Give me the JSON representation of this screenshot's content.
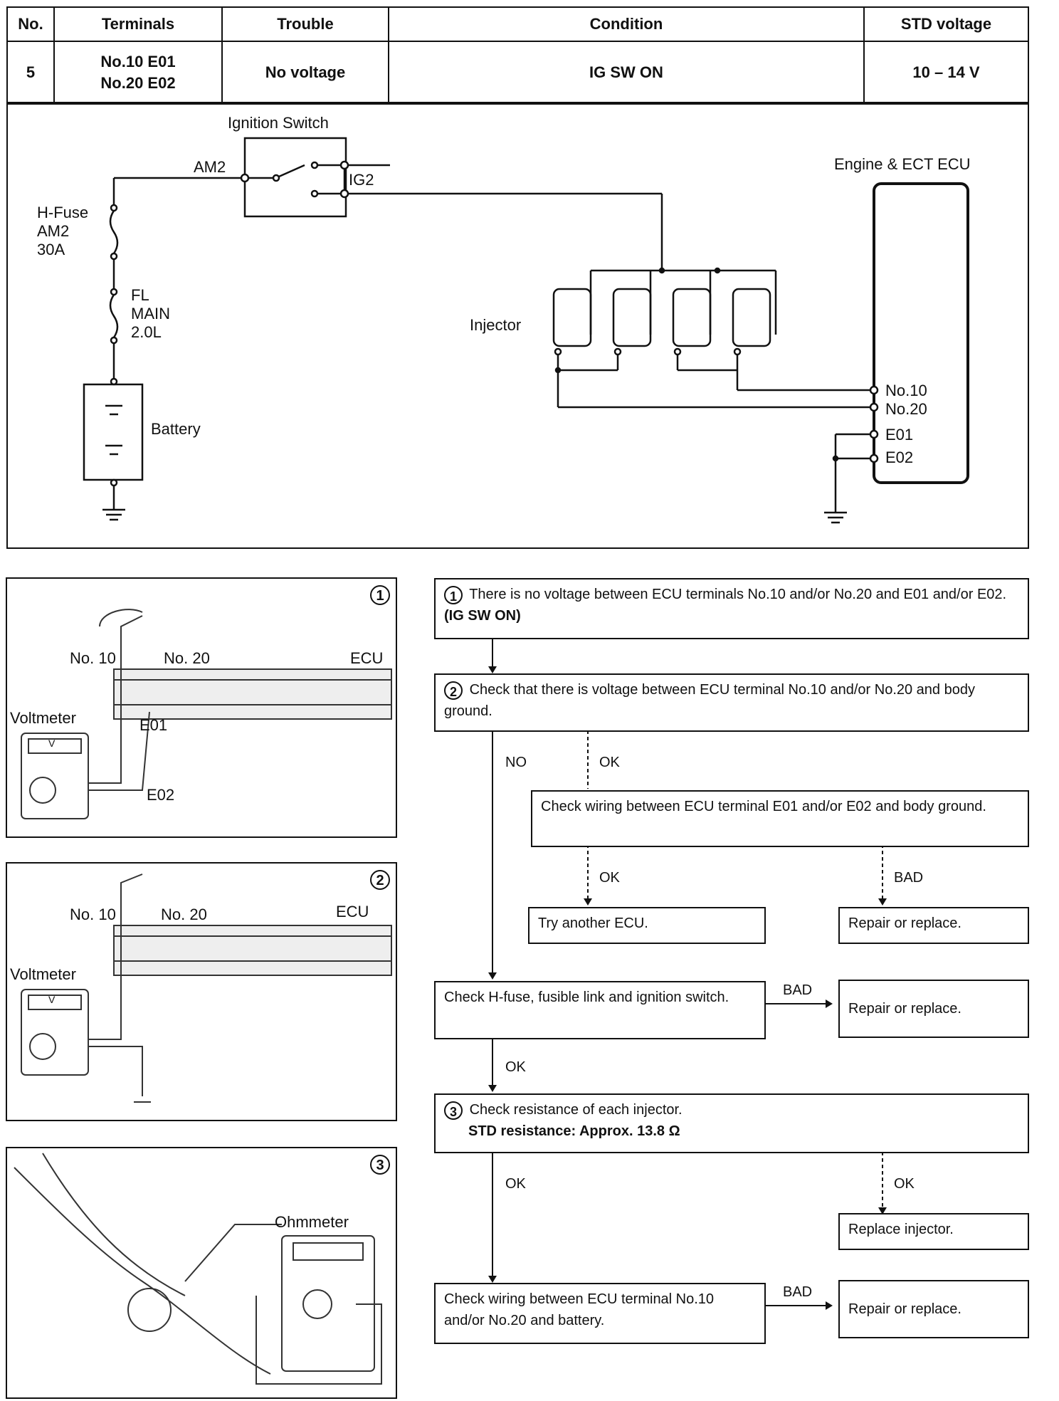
{
  "table": {
    "headers": [
      "No.",
      "Terminals",
      "Trouble",
      "Condition",
      "STD voltage"
    ],
    "row": {
      "no": "5",
      "terminal_line1": "No.10  E01",
      "terminal_line2": "No.20  E02",
      "trouble": "No voltage",
      "condition": "IG SW ON",
      "std_voltage": "10 – 14 V"
    }
  },
  "circuit": {
    "ignition_switch": "Ignition Switch",
    "am2": "AM2",
    "ig2": "IG2",
    "hfuse_1": "H-Fuse",
    "hfuse_2": "AM2",
    "hfuse_3": "30A",
    "fl_1": "FL",
    "fl_2": "MAIN",
    "fl_3": "2.0L",
    "battery": "Battery",
    "injector": "Injector",
    "ecu": "Engine & ECT ECU",
    "no10": "No.10",
    "no20": "No.20",
    "e01": "E01",
    "e02": "E02"
  },
  "figures": {
    "fig1": {
      "num": "1",
      "no10": "No. 10",
      "no20": "No. 20",
      "ecu": "ECU",
      "voltmeter": "Voltmeter",
      "e01": "E01",
      "e02": "E02",
      "meter": "V"
    },
    "fig2": {
      "num": "2",
      "no10": "No. 10",
      "no20": "No. 20",
      "ecu": "ECU",
      "voltmeter": "Voltmeter",
      "meter": "V"
    },
    "fig3": {
      "num": "3",
      "ohmmeter": "Ohmmeter"
    }
  },
  "flow": {
    "step1_num": "1",
    "step1_text": "There is no voltage between ECU terminals No.10 and/or No.20 and E01 and/or E02.",
    "step1_bold": "(IG SW ON)",
    "step2_num": "2",
    "step2_text": "Check that there is voltage between ECU terminal No.10 and/or No.20 and body ground.",
    "wiring_e": "Check wiring between ECU terminal E01 and/or E02 and body ground.",
    "try_ecu": "Try another ECU.",
    "repair1": "Repair or replace.",
    "hfuse_check": "Check H-fuse, fusible link and ignition switch.",
    "repair2": "Repair or replace.",
    "step3_num": "3",
    "step3_text": "Check resistance of each injector.",
    "step3_std": "STD resistance:   Approx. 13.8 Ω",
    "replace_inj": "Replace injector.",
    "wiring_batt": "Check wiring between ECU terminal No.10 and/or No.20 and battery.",
    "repair3": "Repair or replace.",
    "no": "NO",
    "ok": "OK",
    "bad": "BAD"
  }
}
